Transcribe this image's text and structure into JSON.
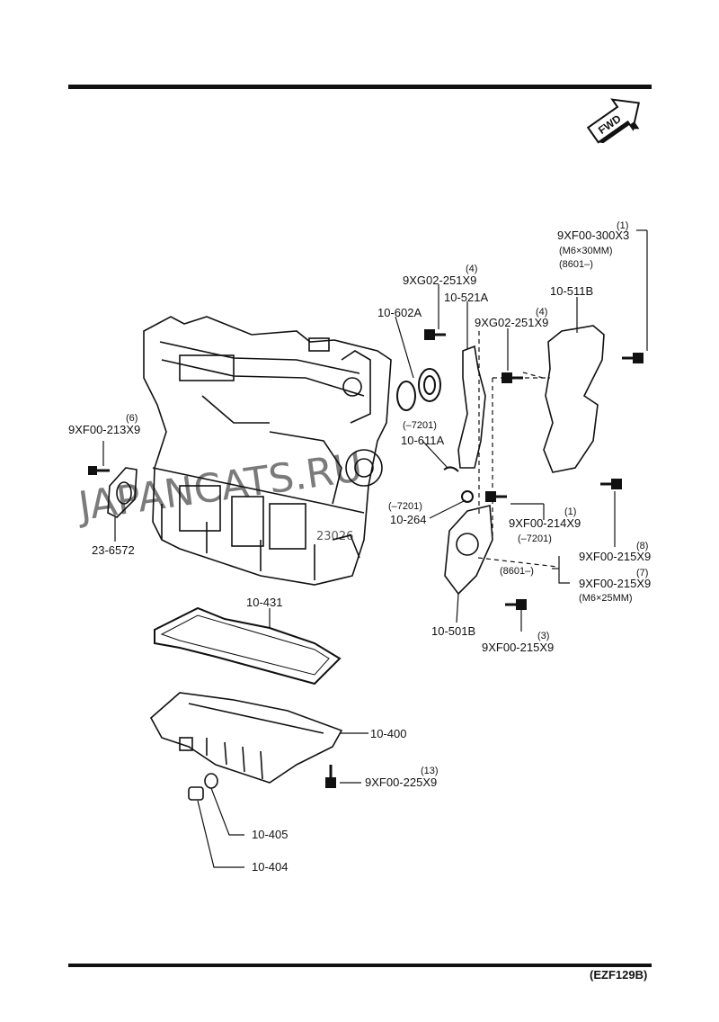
{
  "fwd_label": "FWD",
  "page_code": "(EZF129B)",
  "watermark": "JAPANCATS.RU",
  "watermark_small": "23026",
  "parts": {
    "p_10_511B": "10-511B",
    "p_9XF00_300X3": "9XF00-300X3",
    "q_1_top": "(1)",
    "spec_m6x30": "(M6×30MM)",
    "spec_8601_top": "(8601–)",
    "p_9XG02_251X9_a": "9XG02-251X9",
    "q_4_a": "(4)",
    "p_10_521A": "10-521A",
    "p_9XG02_251X9_b": "9XG02-251X9",
    "q_4_b": "(4)",
    "p_10_602A": "10-602A",
    "spec_7201_a": "(–7201)",
    "p_10_611A": "10-611A",
    "spec_7201_b": "(–7201)",
    "p_10_264": "10-264",
    "q_1_mid": "(1)",
    "p_9XF00_214X9": "9XF00-214X9",
    "spec_7201_c": "(–7201)",
    "p_9XF00_213X9": "9XF00-213X9",
    "q_6": "(6)",
    "p_23_6572": "23-6572",
    "q_8": "(8)",
    "p_9XF00_215X9_a": "9XF00-215X9",
    "spec_8601_mid": "(8601–)",
    "q_7": "(7)",
    "p_9XF00_215X9_b": "9XF00-215X9",
    "spec_m6x25": "(M6×25MM)",
    "p_10_501B": "10-501B",
    "q_3": "(3)",
    "p_9XF00_215X9_c": "9XF00-215X9",
    "p_10_431": "10-431",
    "p_10_400": "10-400",
    "q_13": "(13)",
    "p_9XF00_225X9": "9XF00-225X9",
    "p_10_405": "10-405",
    "p_10_404": "10-404"
  }
}
